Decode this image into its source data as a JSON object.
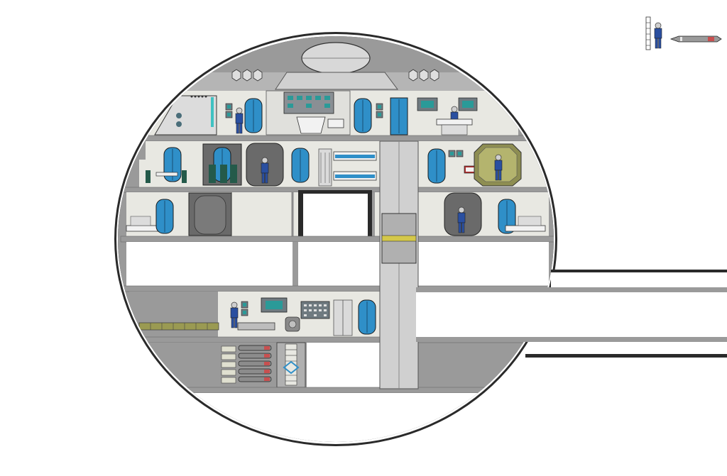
{
  "diagram": {
    "kind": "starship saucer deck cutaway",
    "decks": [
      {
        "id": "deck-1",
        "contents": [
          "sensor-dome",
          "bridge",
          "consoles",
          "turbolift-doors",
          "crew-figure"
        ]
      },
      {
        "id": "deck-2",
        "contents": [
          "conference-room",
          "crew-quarters",
          "bunk-beds",
          "sickbay-bed",
          "reactor-pod"
        ]
      },
      {
        "id": "deck-3",
        "contents": [
          "quarters",
          "transporter-pod",
          "shaft-opening"
        ]
      },
      {
        "id": "deck-4",
        "contents": [
          "open-hold"
        ]
      },
      {
        "id": "deck-5",
        "contents": [
          "torpedo-rails",
          "console",
          "crew-figure",
          "storage"
        ]
      },
      {
        "id": "deck-6",
        "contents": [
          "torpedo-racks",
          "loading-mechanism"
        ]
      }
    ],
    "legend": {
      "items": [
        "crew-scale-figure",
        "torpedo-scale"
      ]
    }
  },
  "colors": {
    "hull": "#9a9a9a",
    "hull_dark": "#2a2a2a",
    "interior": "#dcdcdc",
    "room_wall": "#e8e8e2",
    "door_blue": "#2f8fc8",
    "uniform_blue": "#2a4fa0",
    "dark_room": "#6a6a6a",
    "olive": "#8e8e52",
    "deck_line": "#8a8a8a"
  }
}
